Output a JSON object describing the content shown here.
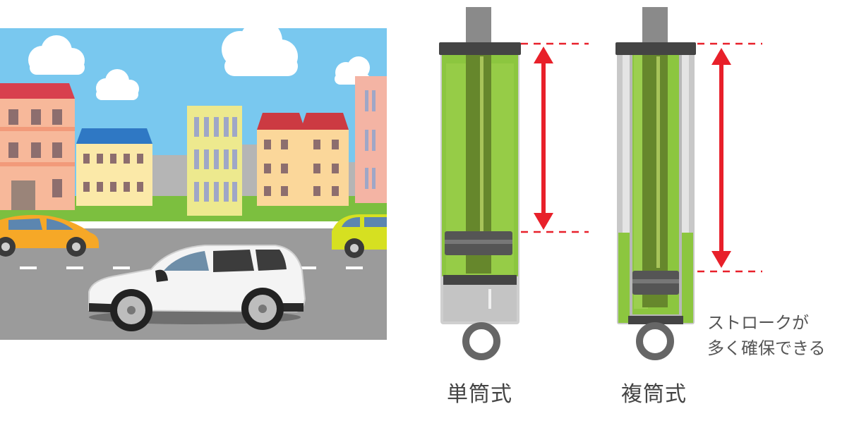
{
  "labels": {
    "monotube": "単筒式",
    "twintube": "複筒式"
  },
  "note": {
    "line1": "ストロークが",
    "line2": "多く確保できる"
  },
  "colors": {
    "oil": "#8cc63f",
    "rod": "#6a8a2a",
    "arrow": "#e8202a",
    "cap": "#444444",
    "body_gray": "#cccccc",
    "sky": "#6ec3ea",
    "road": "#9a9a9a",
    "grass": "#78b83c"
  }
}
